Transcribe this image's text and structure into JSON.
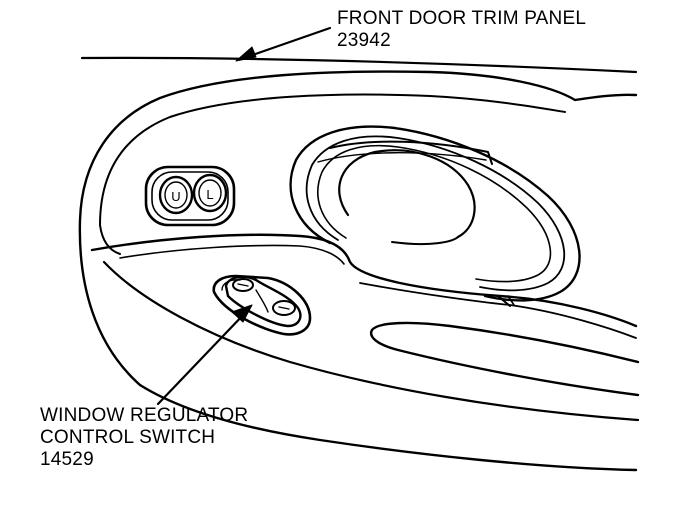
{
  "callouts": {
    "trim_panel": {
      "name": "FRONT DOOR TRIM PANEL",
      "part_number": "23942"
    },
    "window_switch": {
      "line1": "WINDOW REGULATOR",
      "line2": "CONTROL SWITCH",
      "part_number": "14529"
    }
  },
  "lock_buttons": {
    "left": "U",
    "right": "L"
  },
  "colors": {
    "ink": "#000000",
    "background": "#ffffff"
  }
}
